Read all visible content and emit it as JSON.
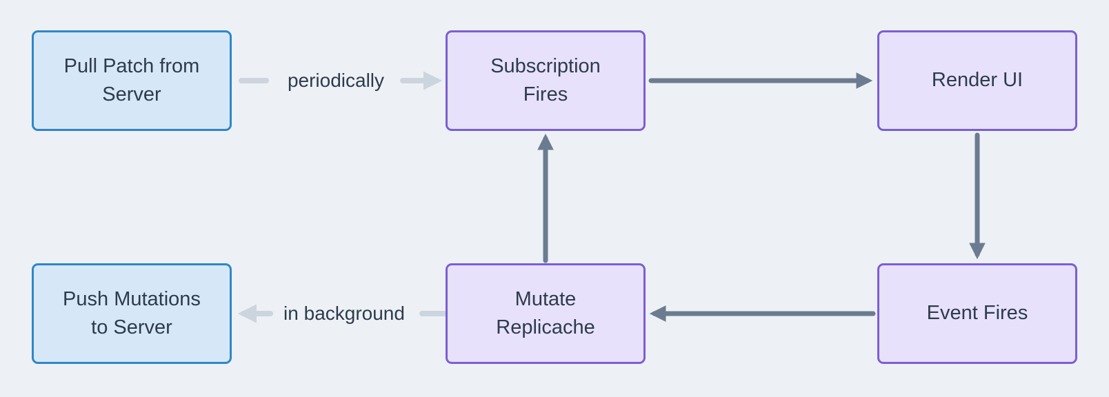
{
  "nodes": [
    {
      "id": "pull-patch-from-server",
      "label": "Pull Patch from Server",
      "variant": "blue"
    },
    {
      "id": "subscription-fires",
      "label": "Subscription Fires",
      "variant": "purple"
    },
    {
      "id": "render-ui",
      "label": "Render UI",
      "variant": "purple"
    },
    {
      "id": "event-fires",
      "label": "Event Fires",
      "variant": "purple"
    },
    {
      "id": "mutate-replicache",
      "label": "Mutate Replicache",
      "variant": "purple"
    },
    {
      "id": "push-mutations-to-server",
      "label": "Push Mutations to Server",
      "variant": "blue"
    }
  ],
  "edges": [
    {
      "from": "Pull Patch from Server",
      "to": "Subscription Fires",
      "label": "periodically",
      "style": "light"
    },
    {
      "from": "Subscription Fires",
      "to": "Render UI",
      "label": "",
      "style": "solid"
    },
    {
      "from": "Render UI",
      "to": "Event Fires",
      "label": "",
      "style": "solid"
    },
    {
      "from": "Event Fires",
      "to": "Mutate Replicache",
      "label": "",
      "style": "solid"
    },
    {
      "from": "Mutate Replicache",
      "to": "Subscription Fires",
      "label": "",
      "style": "solid"
    },
    {
      "from": "Mutate Replicache",
      "to": "Push Mutations to Server",
      "label": "in background",
      "style": "light"
    }
  ],
  "colors": {
    "background": "#edf1f5",
    "blue_node_fill": "#d6e8f8",
    "blue_node_border": "#2e86c8",
    "purple_node_fill": "#e7e1fb",
    "purple_node_border": "#7b5ed2",
    "arrow": "#6b7c90",
    "arrow_light": "#ccd5de",
    "text": "#2d3b4d"
  }
}
